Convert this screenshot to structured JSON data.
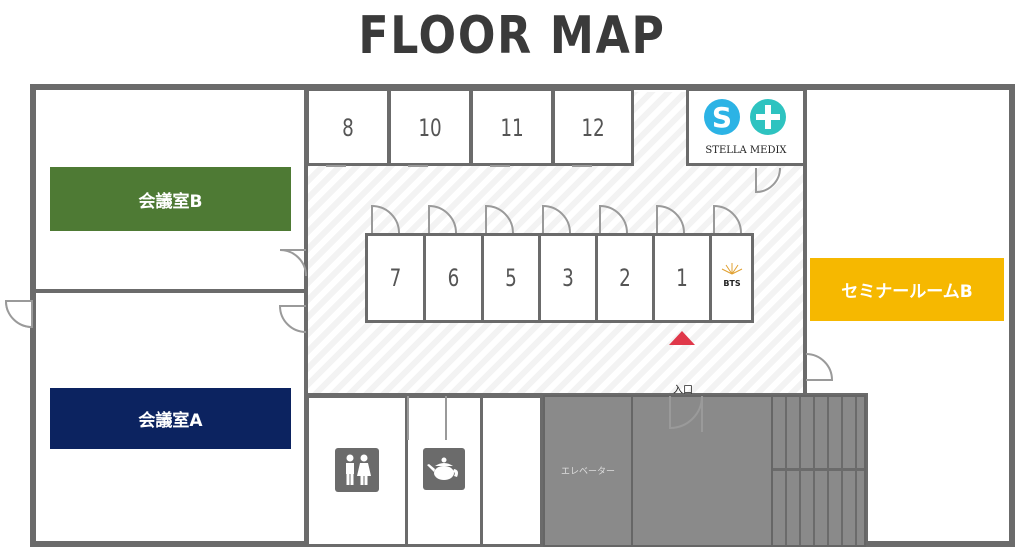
{
  "title": "FLOOR MAP",
  "rooms": {
    "meeting_b": "会議室B",
    "meeting_a": "会議室A",
    "seminar_b": "セミナールームB",
    "elevator": "エレベーター",
    "entrance": "入口"
  },
  "top_booths": [
    "8",
    "10",
    "11",
    "12"
  ],
  "middle_booths": [
    "7",
    "6",
    "5",
    "3",
    "2",
    "1"
  ],
  "logos": {
    "stella": "STELLA MEDIX",
    "bts": "BTS"
  },
  "colors": {
    "meeting_b": "#4e7a34",
    "meeting_a": "#0c2360",
    "seminar_b": "#f6b800",
    "entrance_marker": "#e0384a",
    "stella_blue": "#2cb3e5",
    "stella_teal": "#2ec3c0"
  },
  "icons": [
    "restroom-icon",
    "teapot-icon"
  ]
}
